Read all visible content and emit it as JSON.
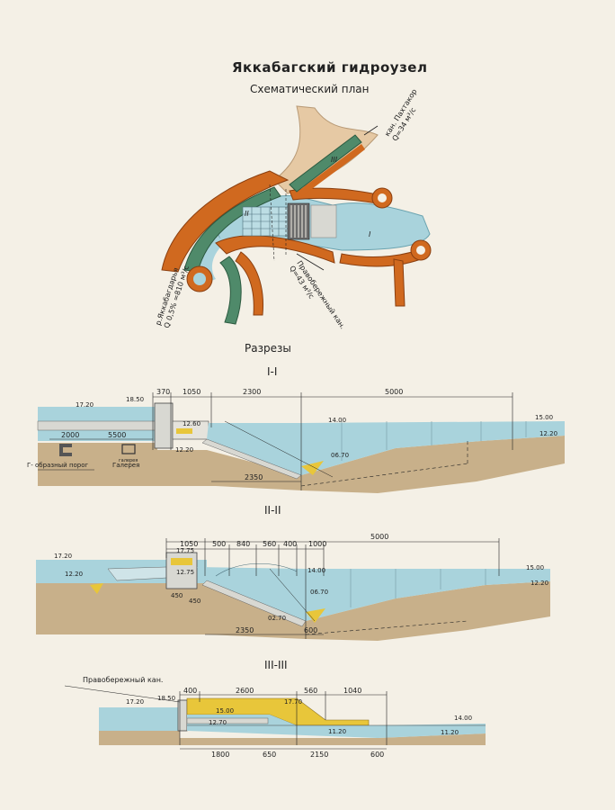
{
  "title": "Яккабагский гидроузел",
  "subtitle": "Схематический план",
  "sections_heading": "Разрезы",
  "plan": {
    "canal_pakhtakor": "кан. Пахтакор",
    "canal_pakhtakor_q": "Q=34 м³/с",
    "river": "р.Яккабагдарья",
    "river_q": "Q 0,5% =810 м³/с",
    "right_canal": "Правобережный кан.",
    "right_canal_q": "Q=43 м³/с",
    "zones": [
      "I",
      "II",
      "III"
    ]
  },
  "section1": {
    "label": "I-I",
    "dims_top": [
      "370",
      "1050",
      "2300",
      "5000"
    ],
    "dims_left": [
      "2000",
      "5500"
    ],
    "dim_bottom": "2350",
    "levels": [
      "17.20",
      "18.50",
      "12.60",
      "12.20",
      "14.00",
      "06.70",
      "15.00",
      "12.20"
    ],
    "captions": [
      "Г- образный порог",
      "Галерея"
    ],
    "small_label": "галерея"
  },
  "section2": {
    "label": "II-II",
    "dims_top": [
      "1050",
      "500",
      "840",
      "560",
      "400",
      "1000",
      "5000"
    ],
    "dims_bottom": [
      "2350",
      "600"
    ],
    "dims_small": [
      "450",
      "450"
    ],
    "levels": [
      "17.20",
      "12.20",
      "17.75",
      "12.75",
      "14.00",
      "06.70",
      "15.00",
      "12.20",
      "02.70"
    ]
  },
  "section3": {
    "label": "III-III",
    "caption": "Правобережный кан.",
    "dims_top": [
      "400",
      "2600",
      "560",
      "1040"
    ],
    "dims_bottom": [
      "1800",
      "650",
      "2150",
      "600"
    ],
    "levels": [
      "17.20",
      "18.50",
      "15.00",
      "17.70",
      "12.70",
      "11.20",
      "14.00",
      "11.20"
    ]
  },
  "colors": {
    "water": "#a9d3dc",
    "orange": "#d0691f",
    "green": "#4f8a6a",
    "soil": "#c8b08a",
    "concrete": "#d8d8d2",
    "yellow": "#e8c63a",
    "paper": "#f4f0e6"
  }
}
